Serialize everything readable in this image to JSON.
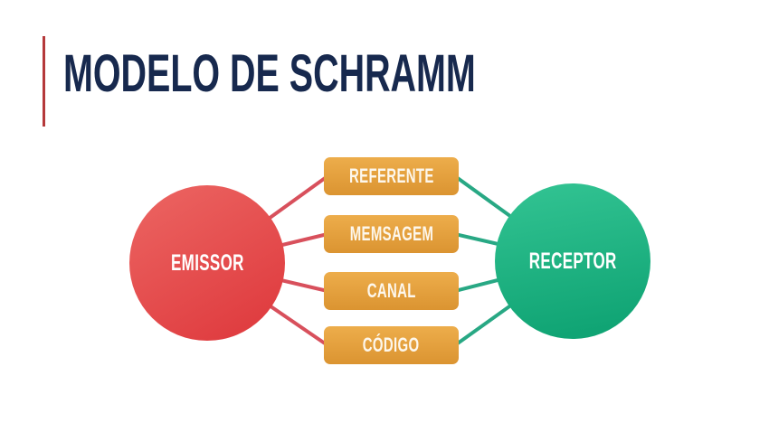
{
  "slide": {
    "title": "MODELO DE SCHRAMM",
    "colors": {
      "background": "#ffffff",
      "title_text": "#17294e",
      "accent_bar": "#b5393b",
      "sender_fill_light": "#ec6663",
      "sender_fill_dark": "#e03e41",
      "receiver_fill_light": "#33c493",
      "receiver_fill_dark": "#10a474",
      "box_fill_light": "#edad4b",
      "box_fill_dark": "#db9431",
      "sender_line": "#d8505c",
      "receiver_line": "#28a884",
      "node_text": "#ffffff",
      "box_text": "#fdf7ec"
    }
  },
  "diagram": {
    "sender": {
      "label": "EMISSOR"
    },
    "receiver": {
      "label": "RECEPTOR"
    },
    "elements": [
      {
        "label": "REFERENTE"
      },
      {
        "label": "MEMSAGEM"
      },
      {
        "label": "CANAL"
      },
      {
        "label": "CÓDIGO"
      }
    ]
  }
}
